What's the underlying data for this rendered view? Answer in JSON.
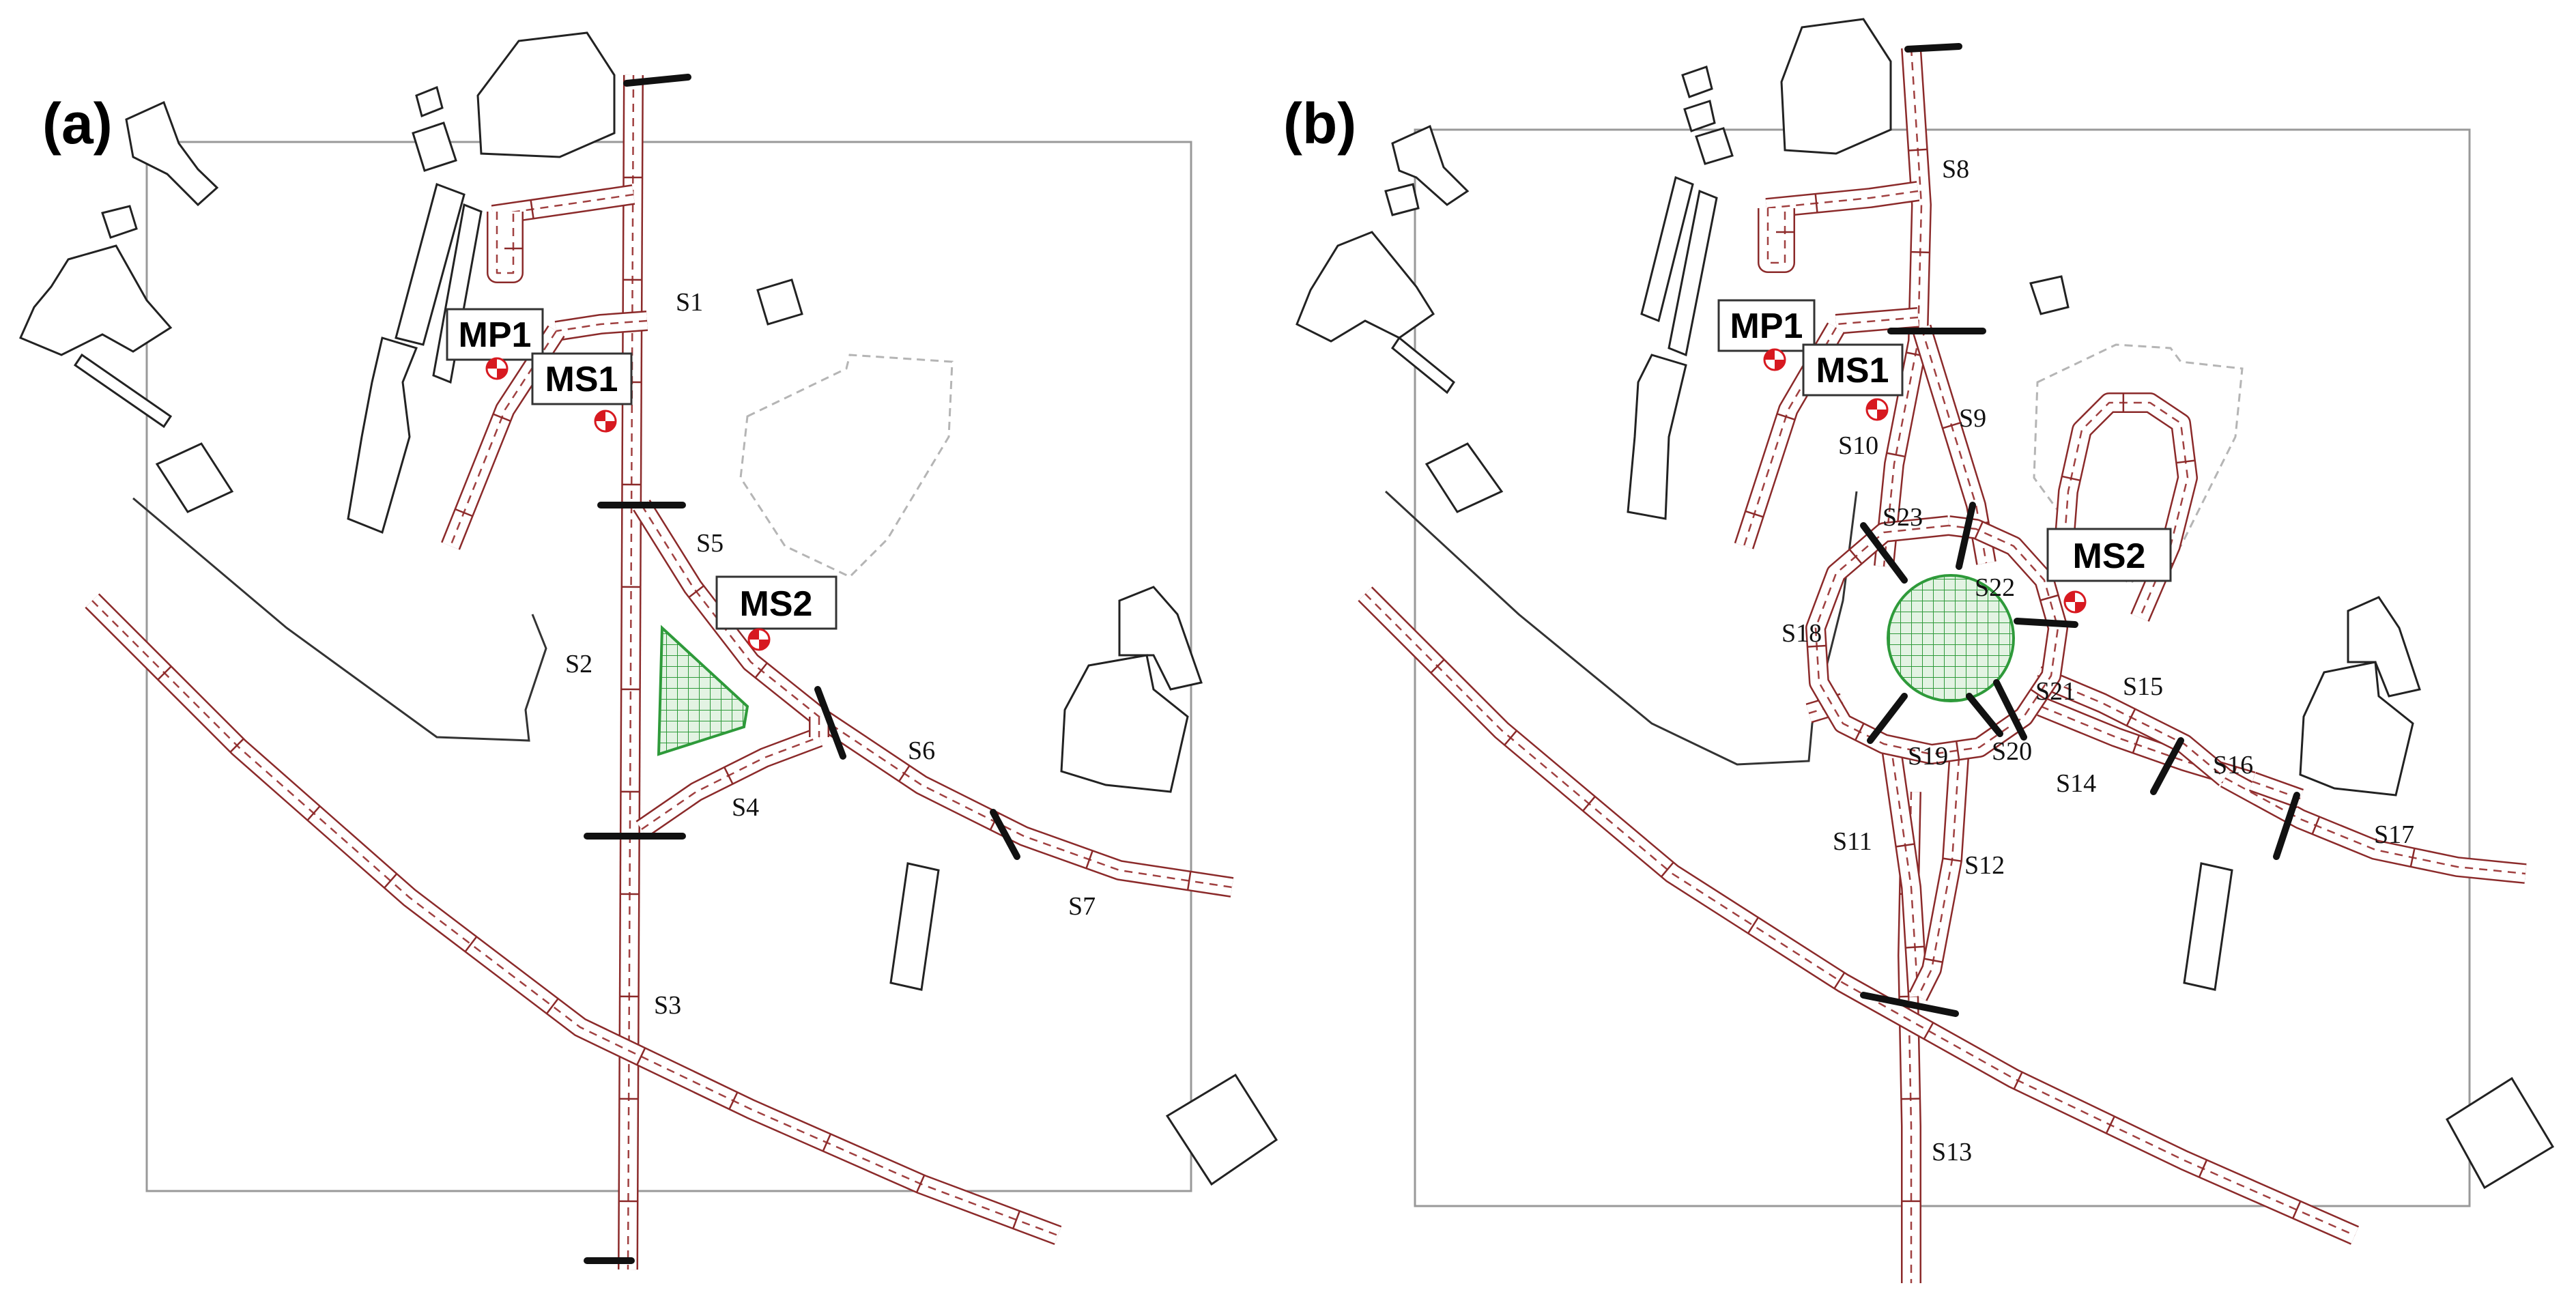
{
  "panels": [
    {
      "label": "(a)",
      "segments": [
        "S1",
        "S2",
        "S3",
        "S4",
        "S5",
        "S6",
        "S7"
      ],
      "markers": [
        "MP1",
        "MS1",
        "MS2"
      ]
    },
    {
      "label": "(b)",
      "segments": [
        "S8",
        "S9",
        "S10",
        "S11",
        "S12",
        "S13",
        "S14",
        "S15",
        "S16",
        "S17",
        "S18",
        "S19",
        "S20",
        "S21",
        "S22",
        "S23"
      ],
      "markers": [
        "MP1",
        "MS1",
        "MS2"
      ]
    }
  ],
  "colors": {
    "road": "#8b2a2a",
    "road_center": "#a04040",
    "building": "#222222",
    "planned": "#b5b5b5",
    "island": "#2e9a3a",
    "island_fill": "#e3f3e3",
    "cut": "#111111",
    "marker_red": "#d71920",
    "frame": "#999999"
  },
  "icons": [
    "measurement-point-icon",
    "road-segment-cut-icon",
    "green-island-icon"
  ]
}
